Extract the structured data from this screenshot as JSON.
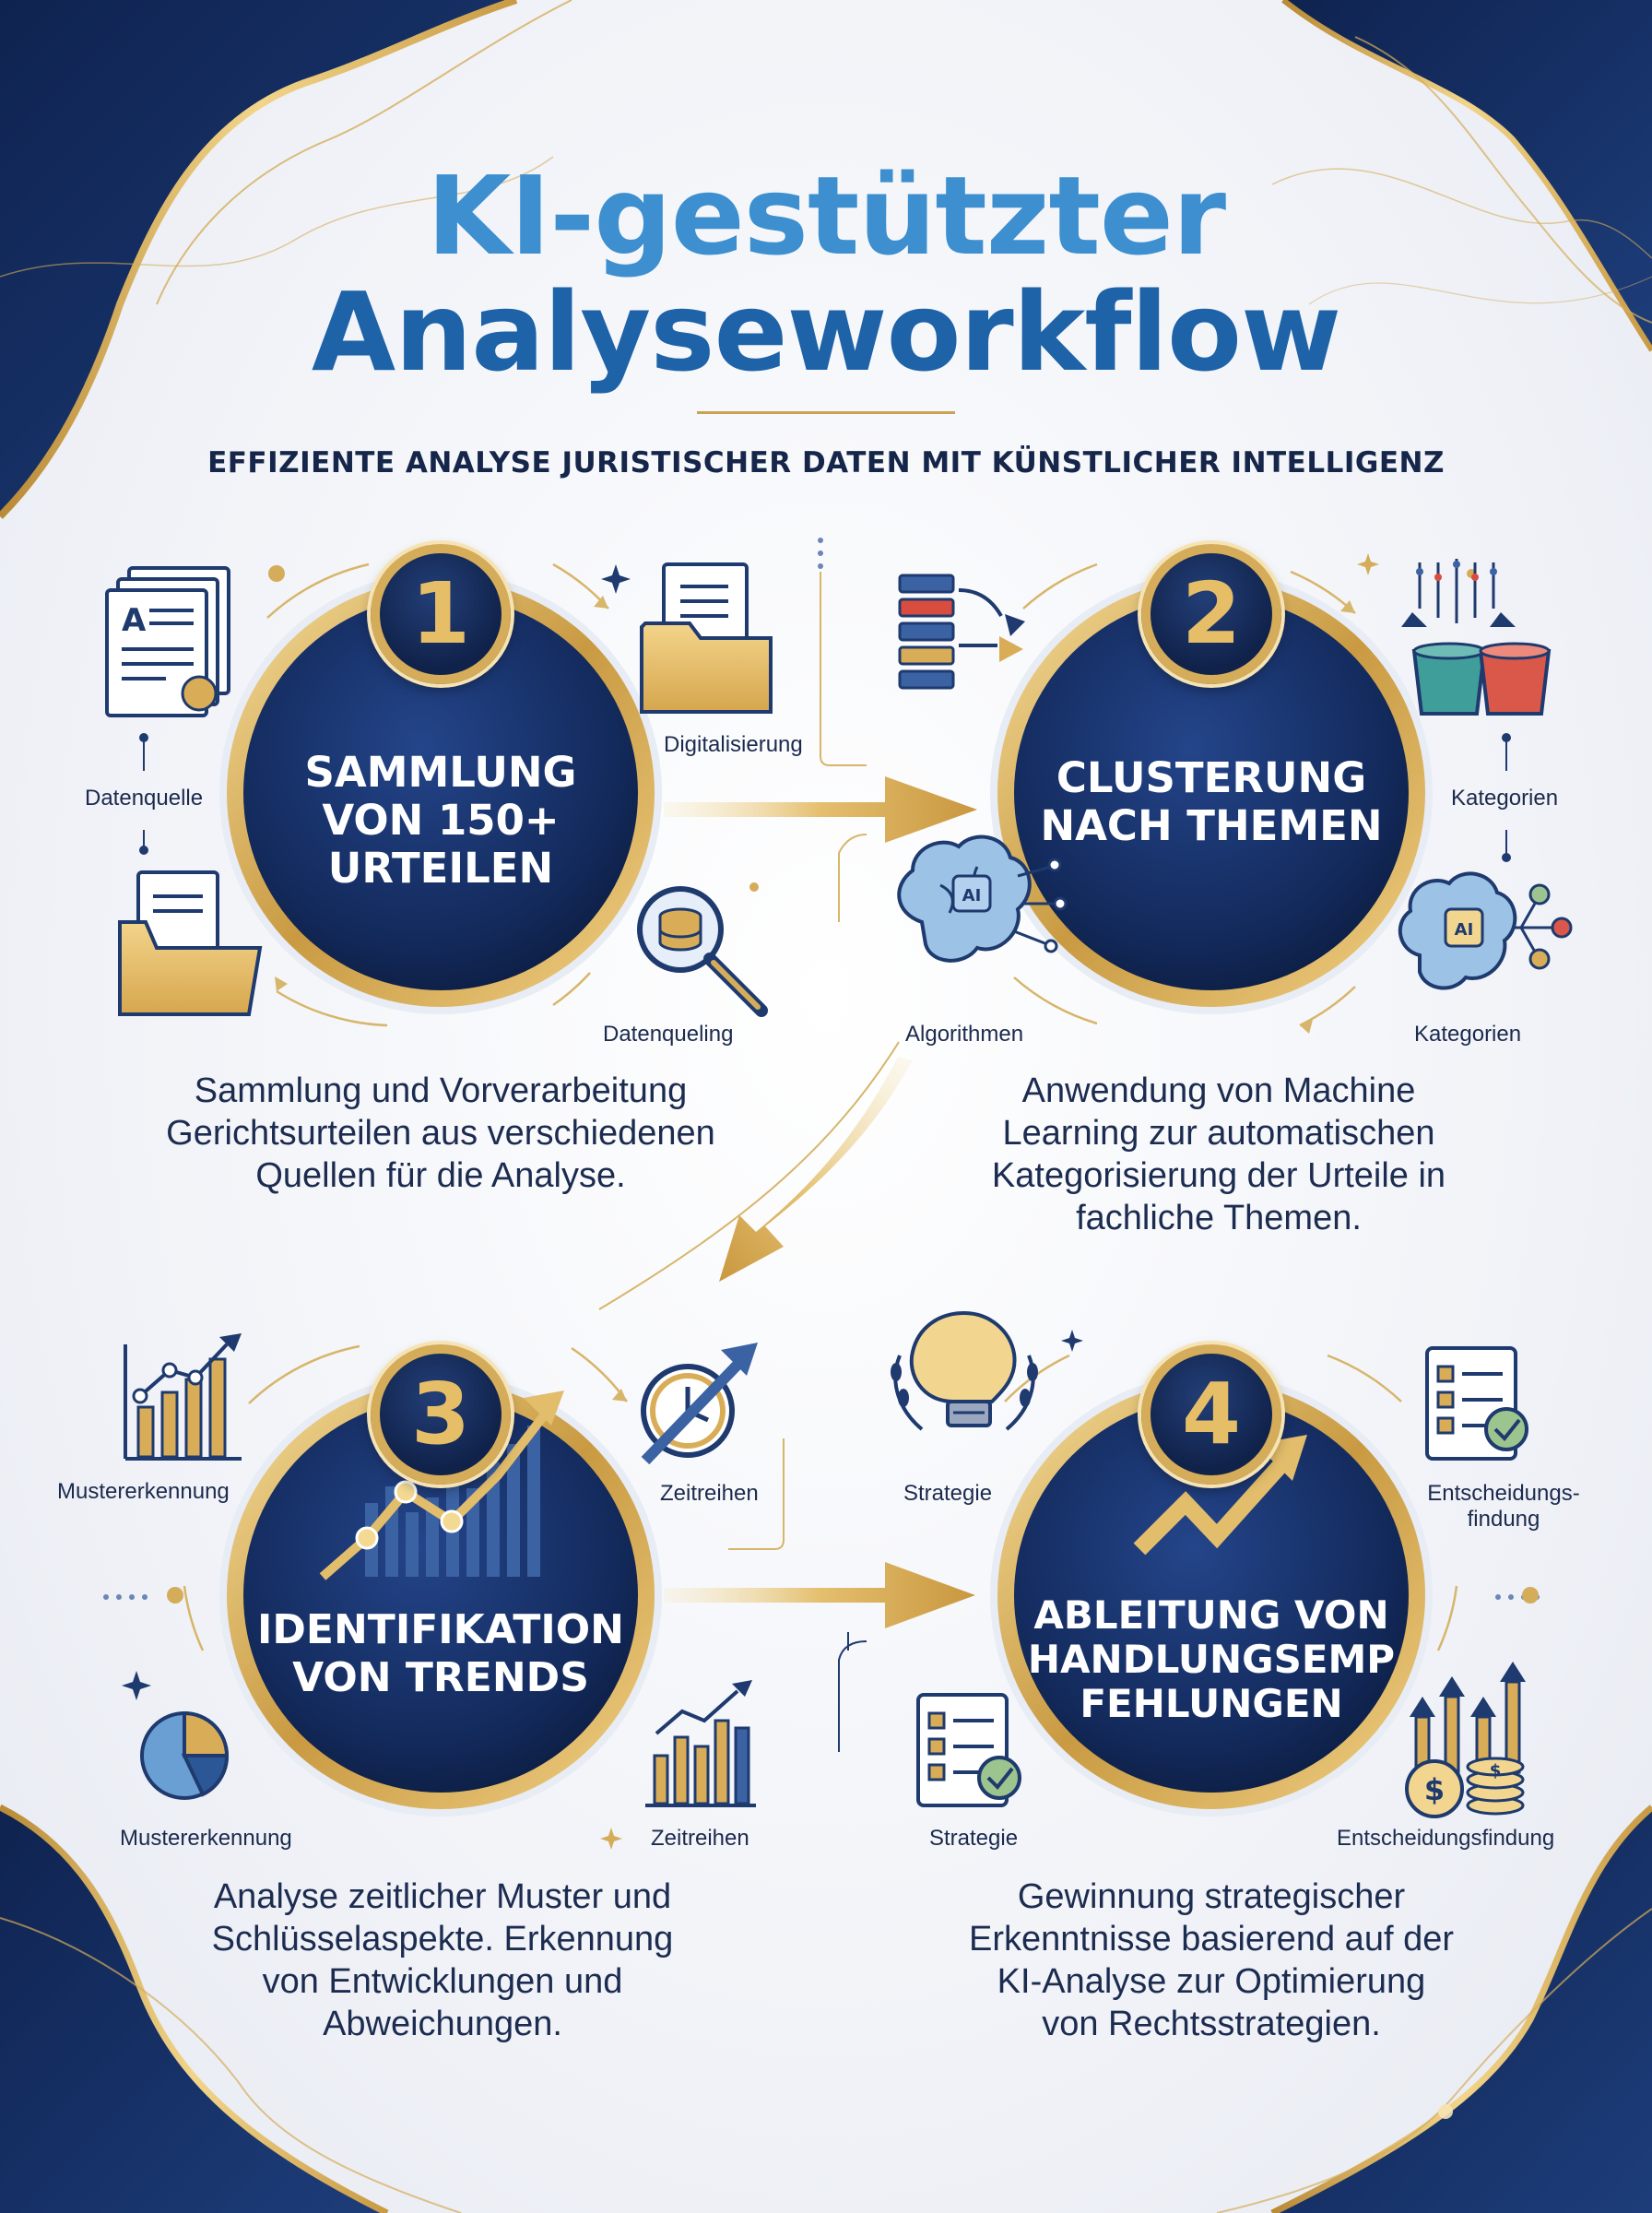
{
  "title": {
    "line1": "KI-gestützter",
    "line2": "Analyseworkflow"
  },
  "subtitle": "EFFIZIENTE ANALYSE JURISTISCHER DATEN MIT KÜNSTLICHER INTELLIGENZ",
  "steps": [
    {
      "number": "1",
      "title_lines": [
        "SAMMLUNG",
        "VON 150+",
        "URTEILEN"
      ],
      "labels": [
        "Datenquelle",
        "Digitalisierung",
        "Datenqueling"
      ],
      "description": [
        "Sammlung und Vorverarbeitung",
        "Gerichtsurteilen aus verschiedenen",
        "Quellen für die Analyse."
      ]
    },
    {
      "number": "2",
      "title_lines": [
        "CLUSTERUNG",
        "NACH THEMEN"
      ],
      "labels": [
        "Kategorien",
        "Algorithmen",
        "Kategorien"
      ],
      "icon_text": [
        "AI",
        "AI"
      ],
      "description": [
        "Anwendung von Machine",
        "Learning zur automatischen",
        "Kategorisierung der Urteile in",
        "fachliche Themen."
      ]
    },
    {
      "number": "3",
      "title_lines": [
        "IDENTIFIKATION",
        "VON TRENDS"
      ],
      "labels": [
        "Mustererkennung",
        "Zeitreihen",
        "Mustererkennung",
        "Zeitreihen"
      ],
      "description": [
        "Analyse zeitlicher Muster und",
        "Schlüsselaspekte. Erkennung",
        "von Entwicklungen und",
        "Abweichungen."
      ]
    },
    {
      "number": "4",
      "title_lines": [
        "ABLEITUNG VON",
        "HANDLUNGSEMP",
        "FEHLUNGEN"
      ],
      "labels": [
        "Strategie",
        "Entscheidungs-",
        "findung",
        "Strategie",
        "Entscheidungsfindung"
      ],
      "icon_text": [
        "$",
        "$"
      ],
      "description": [
        "Gewinnung strategischer",
        "Erkenntnisse basierend auf der",
        "KI-Analyse zur Optimierung",
        "von Rechtsstrategien."
      ]
    }
  ],
  "colors": {
    "navy": "#132a5c",
    "gold": "#d4ac5a",
    "light_blue": "#3d8fcf",
    "blue": "#1e62a8"
  }
}
